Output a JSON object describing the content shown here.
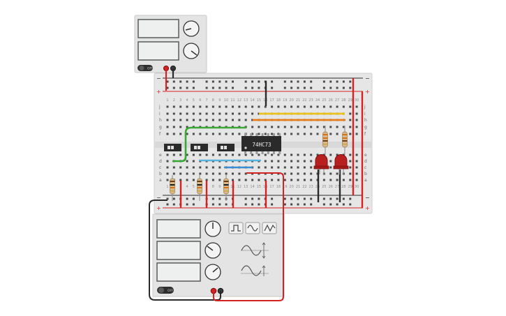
{
  "circuit": {
    "ic_label": "74HC73",
    "row_letters_top": [
      "j",
      "i",
      "h",
      "g",
      "f"
    ],
    "row_letters_bottom": [
      "e",
      "d",
      "c",
      "b",
      "a"
    ],
    "column_numbers": [
      "1",
      "2",
      "3",
      "4",
      "5",
      "6",
      "7",
      "8",
      "9",
      "10",
      "11",
      "12",
      "13",
      "14",
      "15",
      "16",
      "17",
      "18",
      "19",
      "20",
      "21",
      "22",
      "23",
      "24",
      "25",
      "26",
      "27",
      "28",
      "29",
      "30"
    ],
    "power_supply": {
      "off_label": "OFF"
    },
    "function_generator": {
      "off_label": "OFF",
      "waveform_buttons": [
        "square-wave",
        "sine-wave",
        "triangle-wave"
      ]
    },
    "colors": {
      "red_wire": "#d22222",
      "black_wire": "#2a2a2a",
      "green_wire": "#3aa835",
      "yellow_wire": "#e8c21e",
      "orange_wire": "#e87d1c",
      "blue_wire": "#5ab1dc",
      "led_red": "#b82020",
      "breadboard": "#e6e6e6"
    }
  }
}
